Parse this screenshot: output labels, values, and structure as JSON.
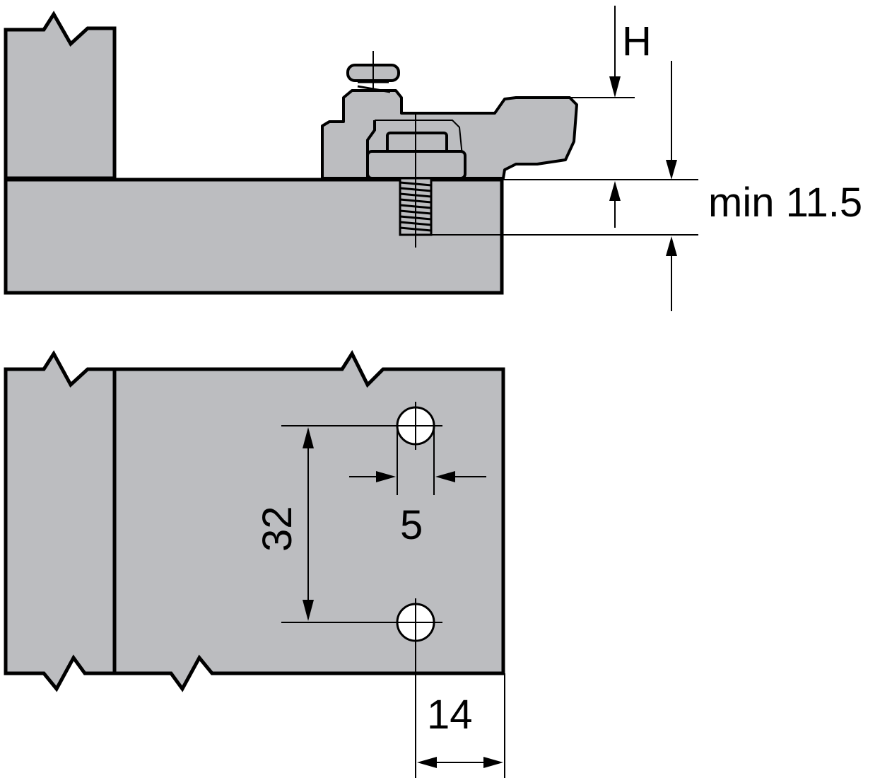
{
  "diagram": {
    "labels": {
      "height_symbol": "H",
      "min_depth": "min 11.5",
      "hole_spacing": "32",
      "hole_diameter": "5",
      "edge_distance": "14"
    },
    "colors": {
      "panel_fill": "#bcbdc0",
      "outline": "#000000",
      "hole_fill": "#ffffff"
    }
  }
}
